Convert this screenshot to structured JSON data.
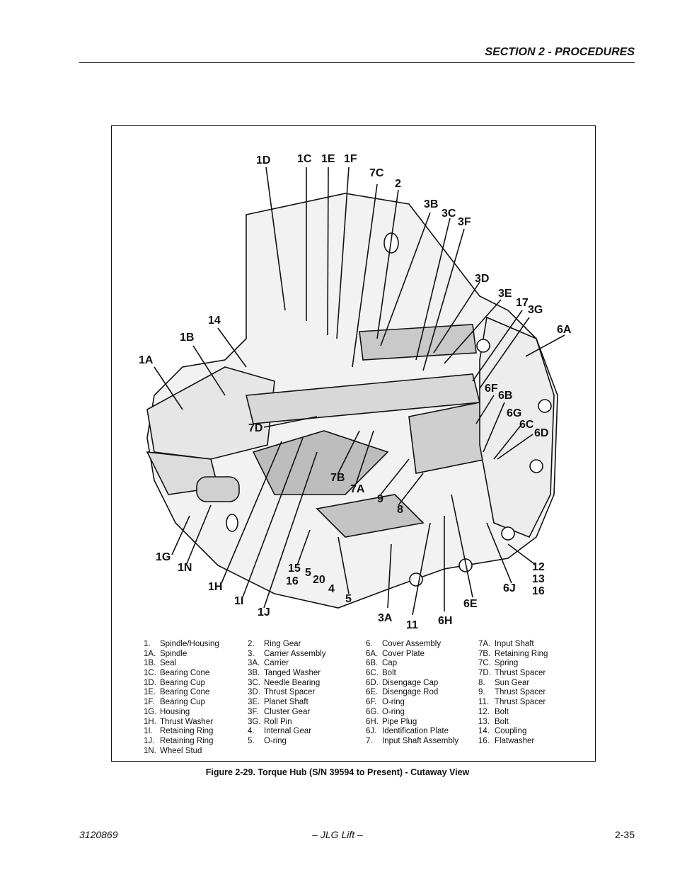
{
  "header": {
    "section_title": "SECTION 2 - PROCEDURES"
  },
  "figure": {
    "caption": "Figure 2-29.  Torque Hub (S/N 39594 to Present) - Cutaway View",
    "callouts": [
      {
        "label": "1D"
      },
      {
        "label": "1C"
      },
      {
        "label": "1E"
      },
      {
        "label": "1F"
      },
      {
        "label": "7C"
      },
      {
        "label": "2"
      },
      {
        "label": "3B"
      },
      {
        "label": "3C"
      },
      {
        "label": "3F"
      },
      {
        "label": "3D"
      },
      {
        "label": "3E"
      },
      {
        "label": "17"
      },
      {
        "label": "3G"
      },
      {
        "label": "6A"
      },
      {
        "label": "14"
      },
      {
        "label": "1B"
      },
      {
        "label": "1A"
      },
      {
        "label": "6F"
      },
      {
        "label": "6B"
      },
      {
        "label": "6G"
      },
      {
        "label": "6C"
      },
      {
        "label": "6D"
      },
      {
        "label": "7D"
      },
      {
        "label": "7B"
      },
      {
        "label": "7A"
      },
      {
        "label": "9"
      },
      {
        "label": "8"
      },
      {
        "label": "1G"
      },
      {
        "label": "1N"
      },
      {
        "label": "1H"
      },
      {
        "label": "1I"
      },
      {
        "label": "1J"
      },
      {
        "label": "15"
      },
      {
        "label": "16"
      },
      {
        "label": "5"
      },
      {
        "label": "20"
      },
      {
        "label": "4"
      },
      {
        "label": "5"
      },
      {
        "label": "3A"
      },
      {
        "label": "11"
      },
      {
        "label": "6H"
      },
      {
        "label": "6E"
      },
      {
        "label": "6J"
      },
      {
        "label": "12"
      },
      {
        "label": "13"
      },
      {
        "label": "16"
      }
    ],
    "legend": [
      [
        {
          "num": "1.",
          "name": "Spindle/Housing"
        },
        {
          "num": "1A.",
          "name": "Spindle"
        },
        {
          "num": "1B.",
          "name": "Seal"
        },
        {
          "num": "1C.",
          "name": "Bearing Cone"
        },
        {
          "num": "1D.",
          "name": "Bearing Cup"
        },
        {
          "num": "1E.",
          "name": "Bearing Cone"
        },
        {
          "num": "1F.",
          "name": "Bearing Cup"
        },
        {
          "num": "1G.",
          "name": "Housing"
        },
        {
          "num": "1H.",
          "name": "Thrust Washer"
        },
        {
          "num": "1I.",
          "name": "Retaining Ring"
        },
        {
          "num": "1J.",
          "name": "Retaining Ring"
        },
        {
          "num": "1N.",
          "name": "Wheel Stud"
        }
      ],
      [
        {
          "num": "2.",
          "name": "Ring Gear"
        },
        {
          "num": "3.",
          "name": "Carrier Assembly"
        },
        {
          "num": "3A.",
          "name": "Carrier"
        },
        {
          "num": "3B.",
          "name": "Tanged Washer"
        },
        {
          "num": "3C.",
          "name": "Needle Bearing"
        },
        {
          "num": "3D.",
          "name": "Thrust Spacer"
        },
        {
          "num": "3E.",
          "name": "Planet Shaft"
        },
        {
          "num": "3F.",
          "name": "Cluster Gear"
        },
        {
          "num": "3G.",
          "name": "Roll Pin"
        },
        {
          "num": "4.",
          "name": "Internal Gear"
        },
        {
          "num": "5.",
          "name": "O-ring"
        }
      ],
      [
        {
          "num": "6.",
          "name": "Cover Assembly"
        },
        {
          "num": "6A.",
          "name": "Cover Plate"
        },
        {
          "num": "6B.",
          "name": "Cap"
        },
        {
          "num": "6C.",
          "name": "Bolt"
        },
        {
          "num": "6D.",
          "name": "Disengage Cap"
        },
        {
          "num": "6E.",
          "name": "Disengage Rod"
        },
        {
          "num": "6F.",
          "name": "O-ring"
        },
        {
          "num": "6G.",
          "name": "O-ring"
        },
        {
          "num": "6H.",
          "name": "Pipe Plug"
        },
        {
          "num": "6J.",
          "name": "Identification Plate"
        },
        {
          "num": "7.",
          "name": "Input Shaft Assembly"
        }
      ],
      [
        {
          "num": "7A.",
          "name": "Input Shaft"
        },
        {
          "num": "7B.",
          "name": "Retaining Ring"
        },
        {
          "num": "7C.",
          "name": "Spring"
        },
        {
          "num": "7D.",
          "name": "Thrust Spacer"
        },
        {
          "num": "8.",
          "name": "Sun Gear"
        },
        {
          "num": "9.",
          "name": "Thrust Spacer"
        },
        {
          "num": "11.",
          "name": "Thrust Spacer"
        },
        {
          "num": "12.",
          "name": "Bolt"
        },
        {
          "num": "13.",
          "name": "Bolt"
        },
        {
          "num": "14.",
          "name": "Coupling"
        },
        {
          "num": "16.",
          "name": "Flatwasher"
        }
      ]
    ]
  },
  "footer": {
    "doc_number": "3120869",
    "brand": "– JLG Lift –",
    "page_number": "2-35"
  }
}
